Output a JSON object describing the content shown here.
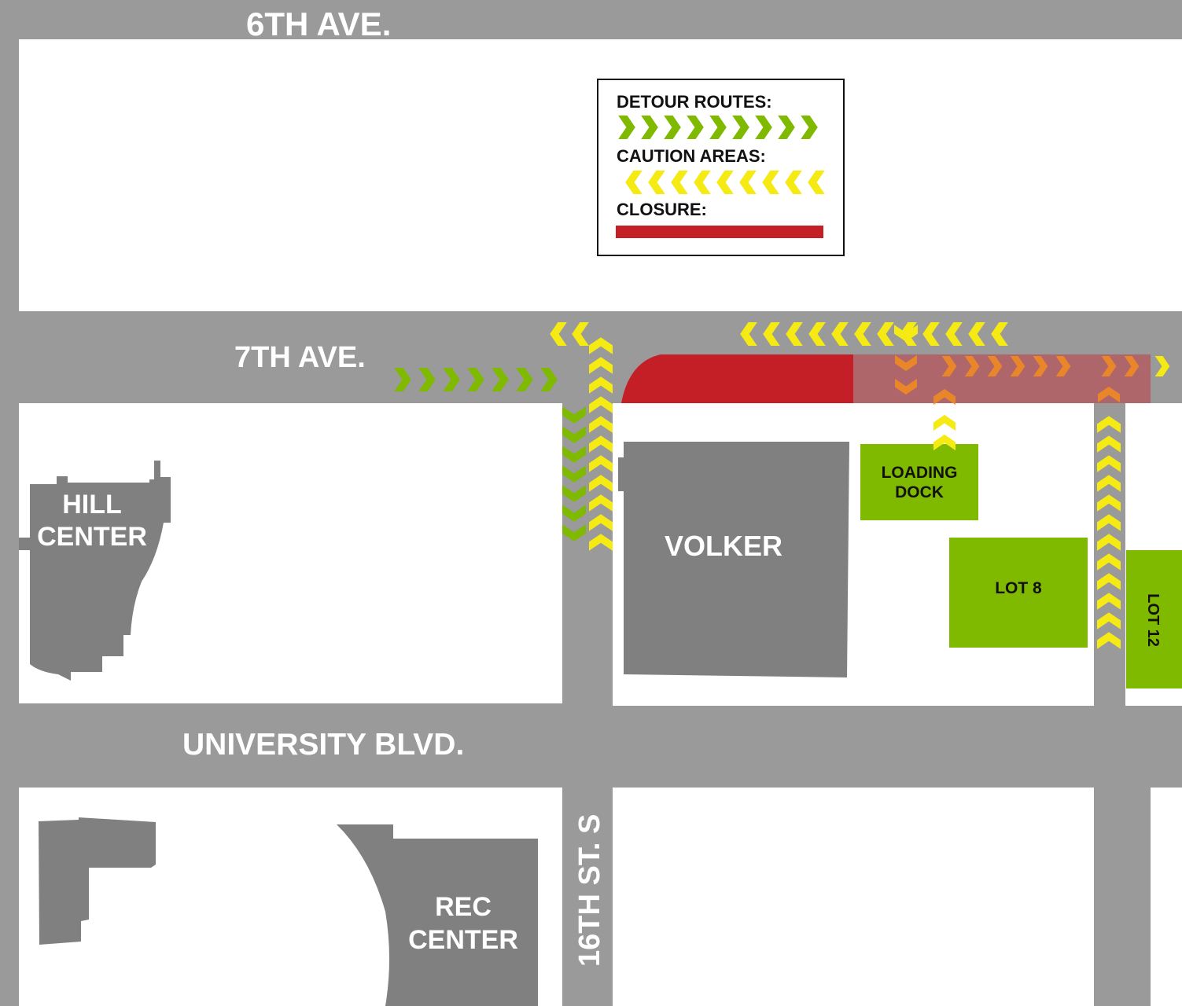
{
  "streets": {
    "sixth_ave": "6TH AVE.",
    "seventh_ave": "7TH AVE.",
    "university_blvd": "UNIVERSITY BLVD.",
    "sixteenth_st": "16TH ST. S"
  },
  "buildings": {
    "hill_center": [
      "HILL",
      "CENTER"
    ],
    "volker": "VOLKER",
    "rec_center": [
      "REC",
      "CENTER"
    ]
  },
  "lots": {
    "loading_dock": [
      "LOADING",
      "DOCK"
    ],
    "lot8": "LOT 8",
    "lot12": "LOT 12"
  },
  "legend": {
    "detour_label": "DETOUR ROUTES:",
    "caution_label": "CAUTION AREAS:",
    "closure_label": "CLOSURE:"
  },
  "colors": {
    "road": "#9a9a9a",
    "block": "#ffffff",
    "building": "#808080",
    "lot": "#7fba00",
    "detour": "#7fba00",
    "caution": "#f5ea14",
    "closure": "#c41e26",
    "closure_overlay": "#b5545a"
  },
  "icons": {
    "detour_arrow": "chevron-right-icon",
    "caution_arrow": "chevron-left-icon"
  }
}
